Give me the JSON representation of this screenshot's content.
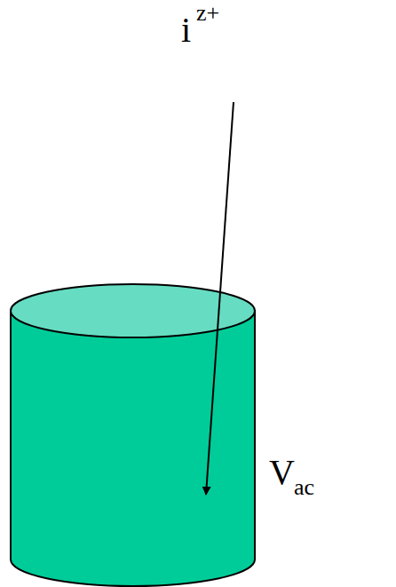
{
  "diagram": {
    "labels": [
      "i",
      "z+",
      "V",
      "ac"
    ]
  }
}
